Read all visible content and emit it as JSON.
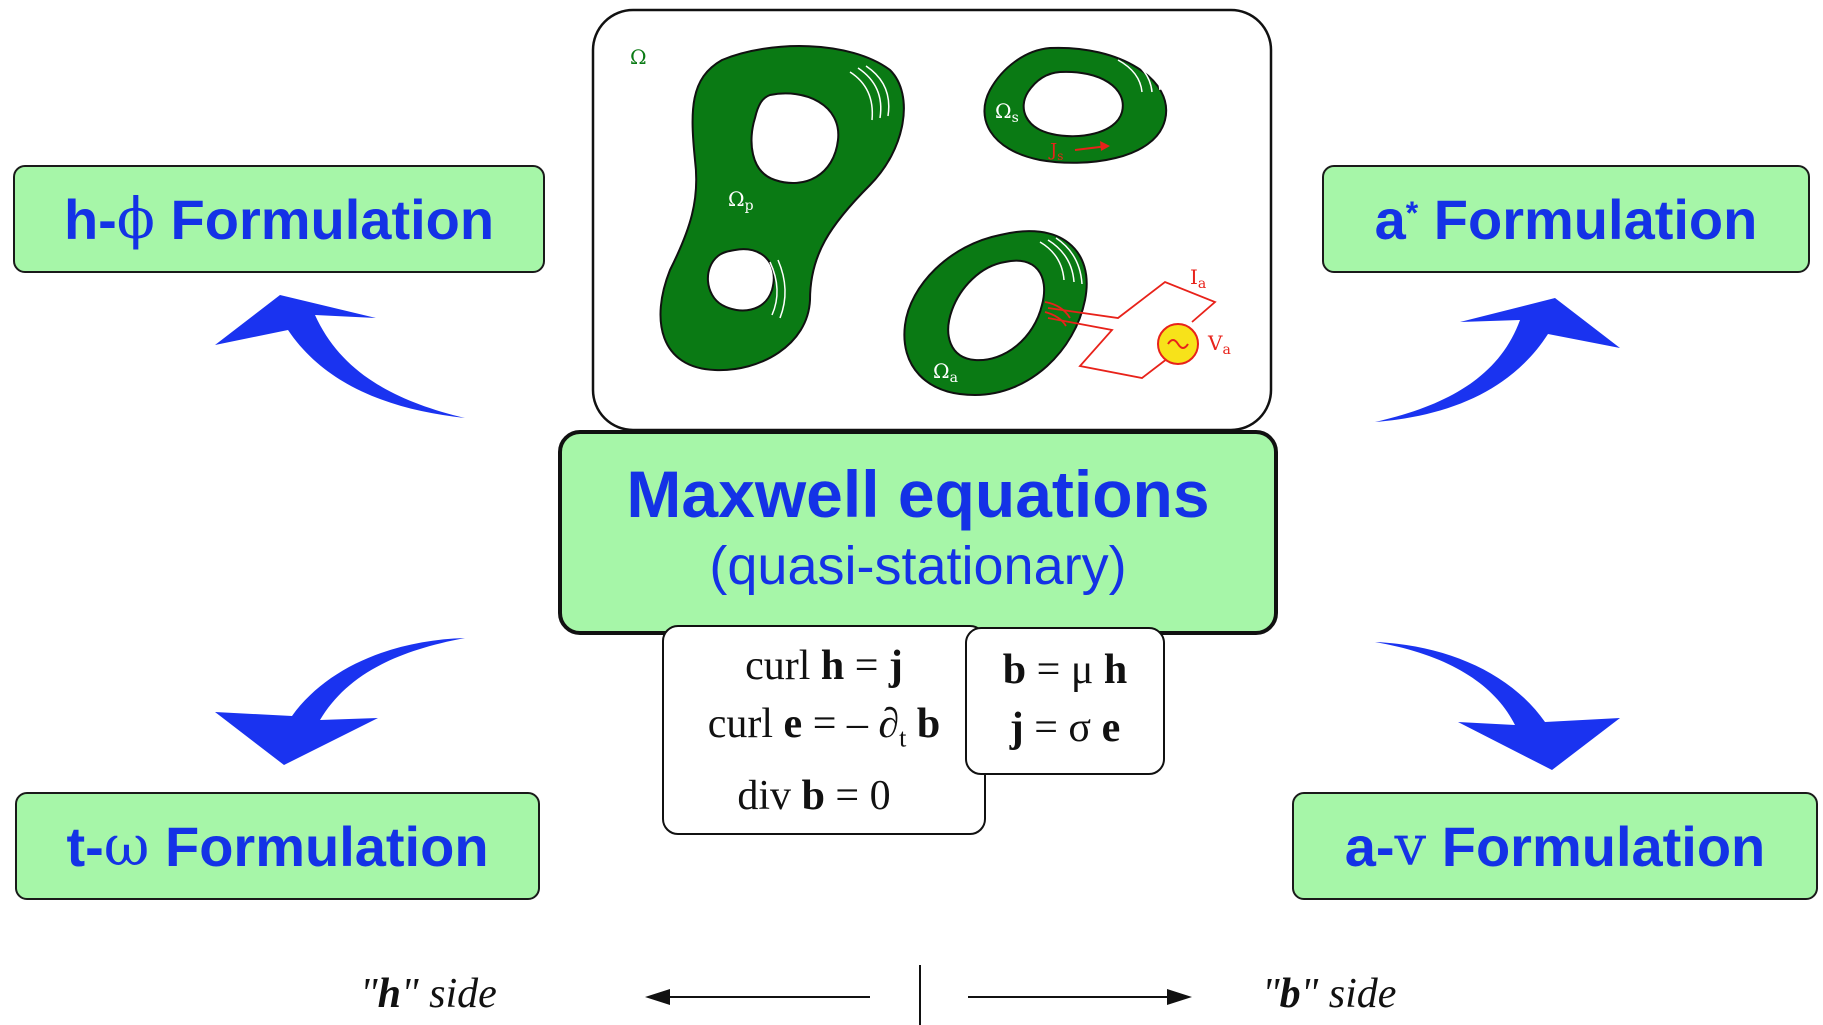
{
  "colors": {
    "box_fill": "#a6f6a8",
    "title_blue": "#1432e6",
    "arrow_blue": "#1a33f0",
    "domain_green": "#0a7a14",
    "circuit_red": "#e8221a",
    "source_yellow": "#f7e21a"
  },
  "formulations": {
    "top_left": {
      "prefix": "h-",
      "symbol": "ϕ",
      "suffix": " Formulation"
    },
    "top_right": {
      "prefix": "a",
      "symbol": "*",
      "suffix": " Formulation"
    },
    "bottom_left": {
      "prefix": "t-",
      "symbol": "ω",
      "suffix": " Formulation"
    },
    "bottom_right": {
      "prefix": "a-",
      "symbol": "v",
      "suffix": " Formulation"
    }
  },
  "maxwell": {
    "title": "Maxwell equations",
    "subtitle": "(quasi-stationary)"
  },
  "equations": {
    "curl_h": {
      "pre": "curl ",
      "a": "h",
      "mid": " = ",
      "b": "j"
    },
    "curl_e": {
      "pre": "curl ",
      "a": "e",
      "mid": " = – ∂",
      "sub": "t",
      "b": "b"
    },
    "div_b": {
      "pre": "div ",
      "a": "b",
      "mid": " = 0"
    },
    "b_mu_h": {
      "a": "b",
      "mid": " = μ ",
      "b": "h"
    },
    "j_sigma_e": {
      "a": "j",
      "mid": " = σ ",
      "b": "e"
    }
  },
  "domain": {
    "omega": "Ω",
    "omega_p": "Ωp",
    "omega_s": "Ωs",
    "omega_a": "Ωa",
    "js": "Js",
    "ia": "Ia",
    "va": "Va"
  },
  "sides": {
    "h_side": {
      "quote_open": "\"",
      "letter": "h",
      "quote_close": "\"",
      "word": " side"
    },
    "b_side": {
      "quote_open": "\"",
      "letter": "b",
      "quote_close": "\"",
      "word": " side"
    }
  },
  "icons": [
    "curved-arrow-up-left-icon",
    "curved-arrow-up-right-icon",
    "curved-arrow-down-left-icon",
    "curved-arrow-down-right-icon",
    "ac-source-icon"
  ]
}
